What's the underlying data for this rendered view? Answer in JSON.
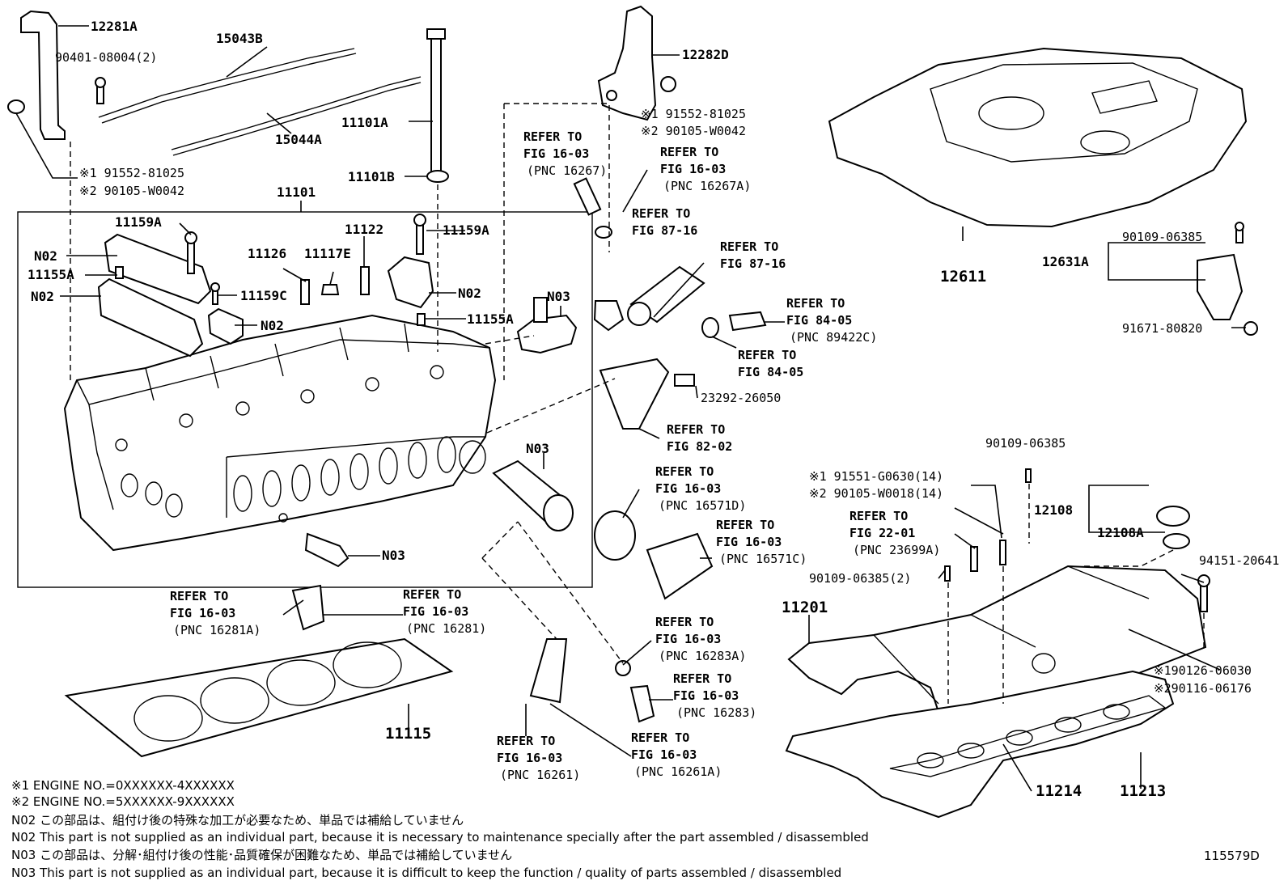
{
  "labels": {
    "p12281A": "12281A",
    "p90401": "90401-08004(2)",
    "p15043B": "15043B",
    "p15044A": "15044A",
    "p11101A": "11101A",
    "p11101B": "11101B",
    "p11101": "11101",
    "p12282D": "12282D",
    "s1_91552_r": "※1 91552-81025",
    "s2_90105_r": "※2 90105-W0042",
    "s1_91552_l": "※1 91552-81025",
    "s2_90105_l": "※2 90105-W0042",
    "p11159A_l": "11159A",
    "p11159A_r": "11159A",
    "p11122": "11122",
    "p11126": "11126",
    "p11117E": "11117E",
    "p11159C": "11159C",
    "p11155A_l": "11155A",
    "p11155A_r": "11155A",
    "p02_a": "N02",
    "p02_b": "N02",
    "p02_c": "N02",
    "p02_d": "N02",
    "p03_a": "N03",
    "p03_b": "N03",
    "p03_c": "N03",
    "p12611": "12611",
    "p12631A": "12631A",
    "p90109_top": "90109-06385",
    "p91671": "91671-80820",
    "p23292": "23292-26050",
    "p90109_mid": "90109-06385",
    "s1_91551": "※1 91551-G0630(14)",
    "s2_90105_w18": "※2 90105-W0018(14)",
    "p12108": "12108",
    "p12108A": "12108A",
    "p94151": "94151-20641",
    "p90109_2": "90109-06385(2)",
    "p11201": "11201",
    "s1_90126": "※190126-06030",
    "s2_90116": "※290116-06176",
    "p11115": "11115",
    "p11214": "11214",
    "p11213": "11213"
  },
  "refs": {
    "r1": [
      "REFER TO",
      "FIG 16-03",
      "(PNC 16267)"
    ],
    "r2": [
      "REFER TO",
      "FIG 16-03",
      "(PNC 16267A)"
    ],
    "r3": [
      "REFER TO",
      "FIG 87-16"
    ],
    "r4": [
      "REFER TO",
      "FIG 87-16"
    ],
    "r5": [
      "REFER TO",
      "FIG 84-05",
      "(PNC 89422C)"
    ],
    "r6": [
      "REFER TO",
      "FIG 84-05"
    ],
    "r7": [
      "REFER TO",
      "FIG 82-02"
    ],
    "r8": [
      "REFER TO",
      "FIG 16-03",
      "(PNC 16571D)"
    ],
    "r9": [
      "REFER TO",
      "FIG 16-03",
      "(PNC 16571C)"
    ],
    "r10": [
      "REFER TO",
      "FIG 22-01",
      "(PNC 23699A)"
    ],
    "r11": [
      "REFER TO",
      "FIG 16-03",
      "(PNC 16281A)"
    ],
    "r12": [
      "REFER TO",
      "FIG 16-03",
      "(PNC 16281)"
    ],
    "r13": [
      "REFER TO",
      "FIG 16-03",
      "(PNC 16283A)"
    ],
    "r14": [
      "REFER TO",
      "FIG 16-03",
      "(PNC 16283)"
    ],
    "r15": [
      "REFER TO",
      "FIG 16-03",
      "(PNC 16261)"
    ],
    "r16": [
      "REFER TO",
      "FIG 16-03",
      "(PNC 16261A)"
    ]
  },
  "notes": [
    "※1 ENGINE NO.=0XXXXXX-4XXXXXX",
    "※2 ENGINE NO.=5XXXXXX-9XXXXXX",
    "N02  この部品は、組付け後の特殊な加工が必要なため、単品では補給していません",
    "N02  This part is not supplied as an individual part, because it is necessary to maintenance specially after the part assembled / disassembled",
    "N03  この部品は、分解･組付け後の性能･品質確保が困難なため、単品では補給していません",
    "N03  This part is not supplied as an individual part, because it is difficult to keep the function / quality of parts  assembled / disassembled"
  ],
  "illustration_id": "115579D"
}
